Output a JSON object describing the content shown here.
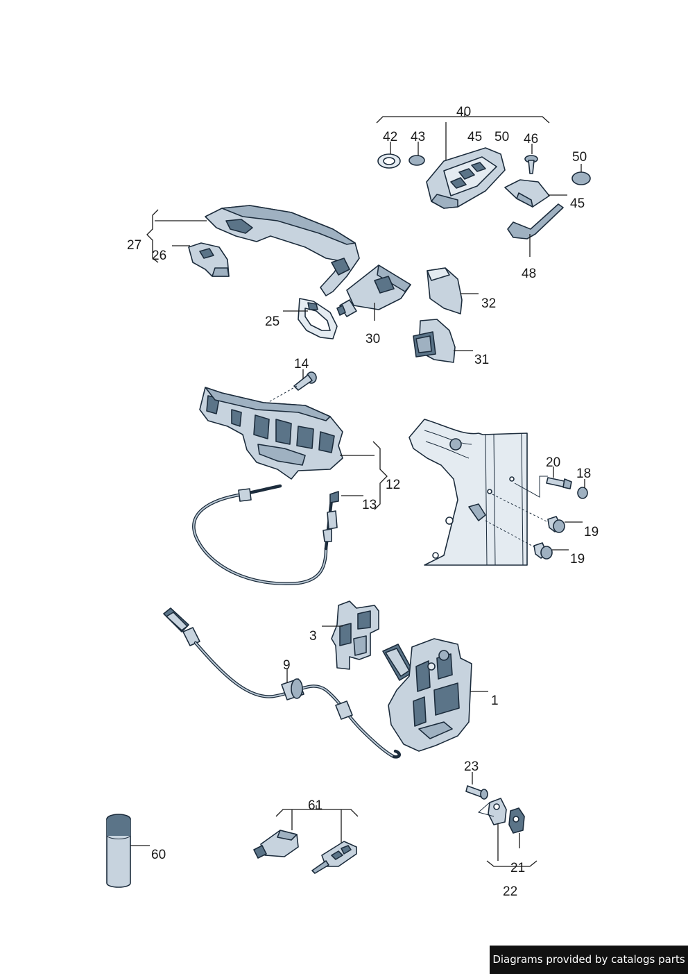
{
  "footer": {
    "text": "Diagrams provided by catalogs parts"
  },
  "callouts": [
    "40",
    "42",
    "43",
    "45",
    "50",
    "46",
    "50",
    "45",
    "48",
    "27",
    "26",
    "25",
    "30",
    "32",
    "31",
    "14",
    "12",
    "13",
    "20",
    "18",
    "19",
    "19",
    "3",
    "9",
    "1",
    "23",
    "61",
    "60",
    "21",
    "22"
  ],
  "colors": {
    "part_fill": "#c7d3de",
    "part_outline": "#1c2c3c",
    "part_dark": "#5b7488"
  }
}
